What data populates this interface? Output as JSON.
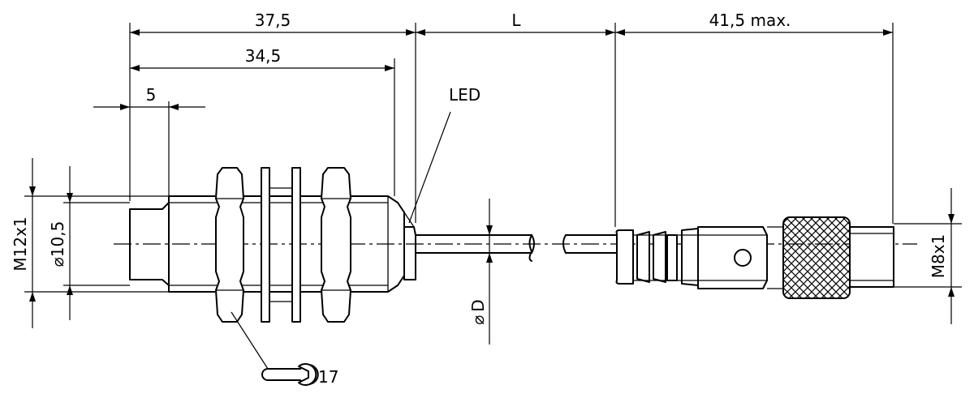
{
  "dimensions": {
    "total_body_length": "37,5",
    "thread_length": "34,5",
    "tip_length": "5",
    "cable_length": "L",
    "connector_length": "41,5 max.",
    "thread_size": "M12x1",
    "face_diameter": "10,5",
    "cable_diameter": "D",
    "connector_thread": "M8x1",
    "wrench_size": "17"
  },
  "labels": {
    "led": "LED",
    "diameter_symbol": "⌀"
  }
}
